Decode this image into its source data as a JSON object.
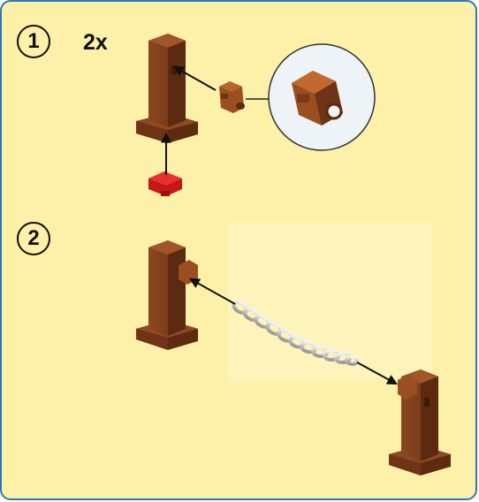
{
  "steps": [
    {
      "number": "1",
      "quantity": "2x"
    },
    {
      "number": "2"
    }
  ],
  "colors": {
    "panel_background": "#fdf0a8",
    "panel_border": "#2f78b9",
    "post_brown": "#7a3b1a",
    "clip_brown": "#9a4e22",
    "plate_red": "#e02020",
    "chain_silver": "#c9c9c9",
    "callout_fill": "#eef3f8"
  },
  "icons": [
    "brown-post",
    "clip-part",
    "clip-callout",
    "red-plate",
    "metal-chain",
    "arrow"
  ]
}
